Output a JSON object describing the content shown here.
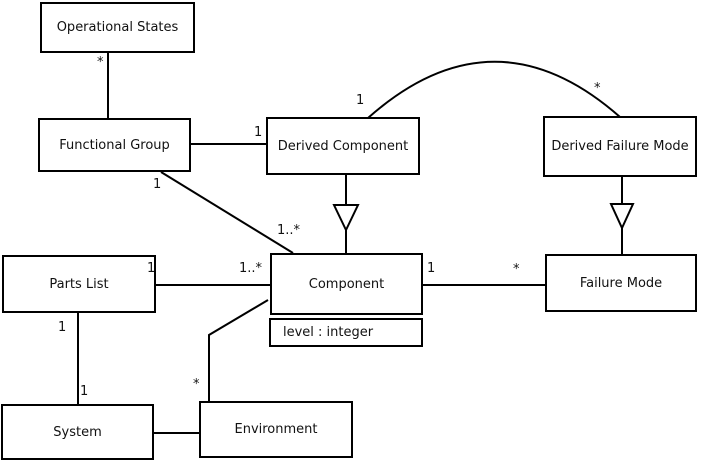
{
  "diagram_type": "uml-class-diagram",
  "classes": {
    "operational_states": {
      "label": "Operational States"
    },
    "functional_group": {
      "label": "Functional Group"
    },
    "derived_component": {
      "label": "Derived Component"
    },
    "derived_failure_mode": {
      "label": "Derived Failure Mode"
    },
    "parts_list": {
      "label": "Parts List"
    },
    "component": {
      "label": "Component",
      "attribute": "level : integer"
    },
    "failure_mode": {
      "label": "Failure Mode"
    },
    "system": {
      "label": "System"
    },
    "environment": {
      "label": "Environment"
    }
  },
  "multiplicities": {
    "opstates_fg": "*",
    "fg_dc": "1",
    "fg_component_source": "1",
    "fg_component_target": "1..*",
    "dc_dfm_source": "1",
    "dc_dfm_target": "*",
    "partslist_component_source": "1",
    "partslist_component_target": "1..*",
    "component_fm_source": "1",
    "component_fm_target": "*",
    "partslist_system_source": "1",
    "partslist_system_target": "1",
    "component_env": "*"
  },
  "relationships": [
    {
      "from": "Functional Group",
      "to": "Operational States",
      "type": "association",
      "to_multiplicity": "*"
    },
    {
      "from": "Functional Group",
      "to": "Derived Component",
      "type": "association",
      "to_multiplicity": "1"
    },
    {
      "from": "Functional Group",
      "to": "Component",
      "type": "association",
      "from_multiplicity": "1",
      "to_multiplicity": "1..*"
    },
    {
      "from": "Derived Component",
      "to": "Component",
      "type": "generalization"
    },
    {
      "from": "Derived Component",
      "to": "Derived Failure Mode",
      "type": "association",
      "from_multiplicity": "1",
      "to_multiplicity": "*"
    },
    {
      "from": "Derived Failure Mode",
      "to": "Failure Mode",
      "type": "generalization"
    },
    {
      "from": "Parts List",
      "to": "Component",
      "type": "association",
      "from_multiplicity": "1",
      "to_multiplicity": "1..*"
    },
    {
      "from": "Component",
      "to": "Failure Mode",
      "type": "association",
      "from_multiplicity": "1",
      "to_multiplicity": "*"
    },
    {
      "from": "Parts List",
      "to": "System",
      "type": "association",
      "from_multiplicity": "1",
      "to_multiplicity": "1"
    },
    {
      "from": "Component",
      "to": "Environment",
      "type": "association",
      "to_multiplicity": "*"
    },
    {
      "from": "System",
      "to": "Environment",
      "type": "association"
    }
  ],
  "colors": {
    "background": "#ffffff",
    "line": "#000000",
    "text": "#111111"
  }
}
